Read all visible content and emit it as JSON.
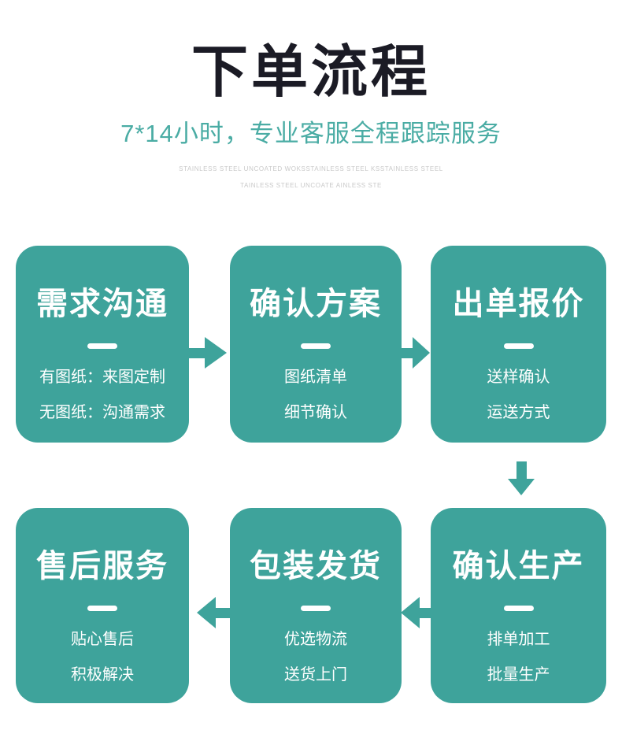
{
  "header": {
    "title": "下单流程",
    "subtitle": "7*14小时，专业客服全程跟踪服务",
    "watermark_lines": [
      "STAINLESS STEEL UNCOATED WOKSSTAINLESS STEEL KSSTAINLESS STEEL",
      "TAINLESS STEEL UNCOATE AINLESS STE"
    ]
  },
  "colors": {
    "accent": "#3EA39B",
    "title-color": "#1B1B25",
    "subtitle-color": "#4AACA4",
    "watermark-color": "#C9C9C9",
    "card-text": "#FFFFFF"
  },
  "steps": [
    {
      "title": "需求沟通",
      "lines": [
        "有图纸：来图定制",
        "无图纸：沟通需求"
      ]
    },
    {
      "title": "确认方案",
      "lines": [
        "图纸清单",
        "细节确认"
      ]
    },
    {
      "title": "出单报价",
      "lines": [
        "送样确认",
        "运送方式"
      ]
    },
    {
      "title": "确认生产",
      "lines": [
        "排单加工",
        "批量生产"
      ]
    },
    {
      "title": "包装发货",
      "lines": [
        "优选物流",
        "送货上门"
      ]
    },
    {
      "title": "售后服务",
      "lines": [
        "贴心售后",
        "积极解决"
      ]
    }
  ]
}
